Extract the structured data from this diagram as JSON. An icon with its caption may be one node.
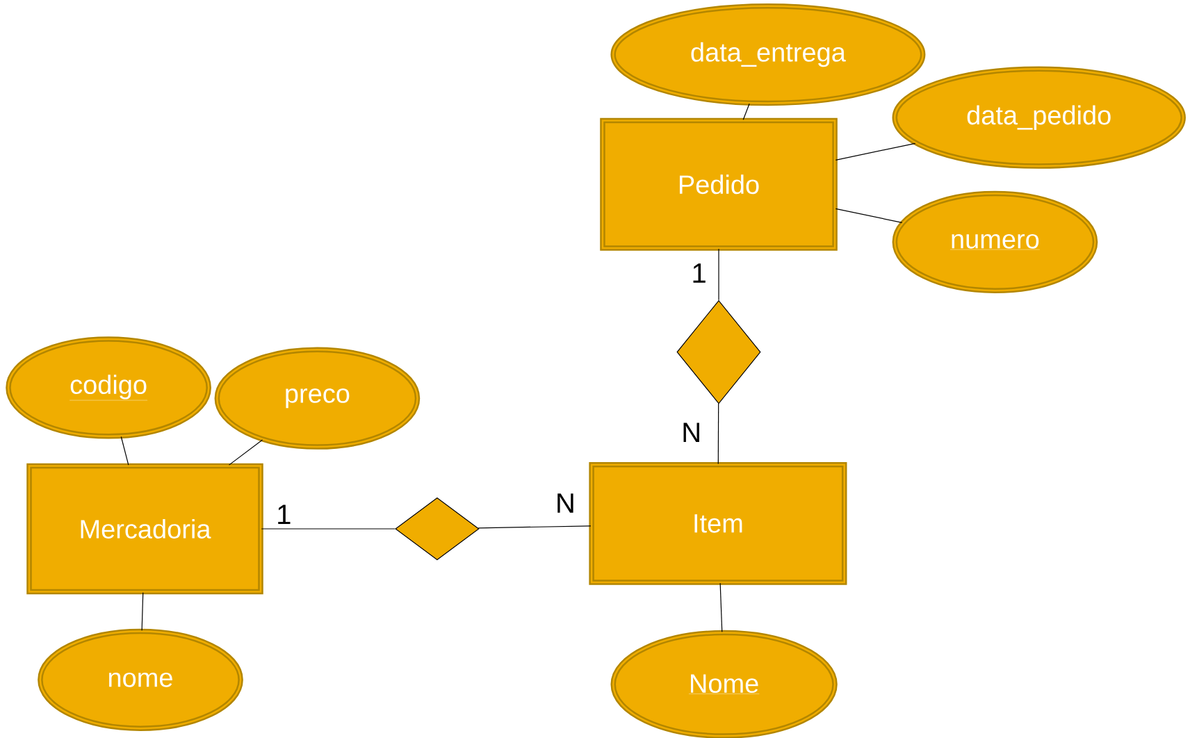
{
  "diagram": {
    "nodes": [
      {
        "text": [
          "data_entrega"
        ]
      },
      {
        "text": [
          "data_pedido"
        ]
      },
      {
        "text": [
          "Pedido"
        ]
      },
      {
        "text": [
          "numero"
        ]
      },
      {
        "text": [],
        "shape": "diamond"
      },
      {
        "text": [
          "codigo"
        ]
      },
      {
        "text": [
          "preco"
        ]
      },
      {
        "text": [
          "Mercadoria"
        ]
      },
      {
        "text": [],
        "shape": "diamond"
      },
      {
        "text": [
          "Item"
        ]
      },
      {
        "text": [
          "nome"
        ]
      },
      {
        "text": [
          "Nome"
        ]
      }
    ],
    "edges": [
      {
        "from": 2,
        "to": 0,
        "arrow": "none"
      },
      {
        "from": 2,
        "to": 1,
        "arrow": "none"
      },
      {
        "from": 2,
        "to": 3,
        "arrow": "none"
      },
      {
        "from": 2,
        "to": 4,
        "arrow": "none",
        "label": "1"
      },
      {
        "from": 4,
        "to": 9,
        "arrow": "none",
        "label": "N"
      },
      {
        "from": 7,
        "to": 5,
        "arrow": "none"
      },
      {
        "from": 7,
        "to": 6,
        "arrow": "none"
      },
      {
        "from": 7,
        "to": 8,
        "arrow": "none",
        "label": "1"
      },
      {
        "from": 8,
        "to": 9,
        "arrow": "none",
        "label": "N"
      },
      {
        "from": 7,
        "to": 10,
        "arrow": "none"
      },
      {
        "from": 9,
        "to": 11,
        "arrow": "none"
      }
    ]
  }
}
